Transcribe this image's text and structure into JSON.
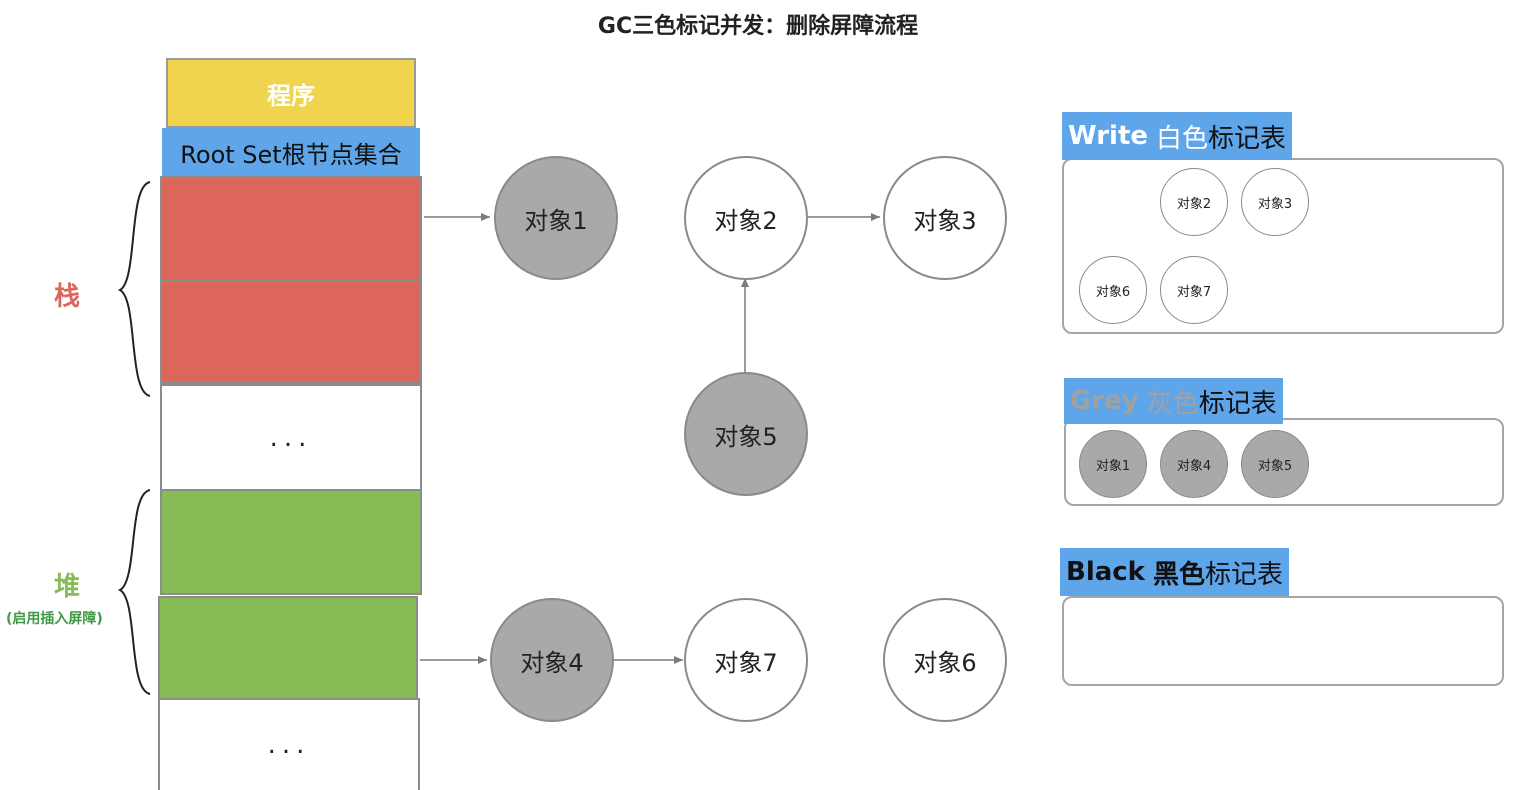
{
  "title": "GC三色标记并发：删除屏障流程",
  "program_label": "程序",
  "rootset_label": "Root Set根节点集合",
  "ellipsis": "...",
  "stack_label": "栈",
  "heap_label": "堆",
  "heap_sublabel": "(启用插入屏障)",
  "nodes": {
    "obj1": "对象1",
    "obj2": "对象2",
    "obj3": "对象3",
    "obj4": "对象4",
    "obj5": "对象5",
    "obj6": "对象6",
    "obj7": "对象7"
  },
  "white_table": {
    "title_en": "Write",
    "title_color": "白色",
    "title_suffix": "标记表",
    "items": [
      "对象2",
      "对象3",
      "对象6",
      "对象7"
    ]
  },
  "grey_table": {
    "title_en": "Grey",
    "title_color": "灰色",
    "title_suffix": "标记表",
    "items": [
      "对象1",
      "对象4",
      "对象5"
    ]
  },
  "black_table": {
    "title_en": "Black",
    "title_color": "黑色",
    "title_suffix": "标记表",
    "items": []
  },
  "colors": {
    "stack_red": "#dc655c",
    "heap_green": "#86bc56",
    "program_yellow": "#f0d44d",
    "rootset_blue": "#5fa5ea",
    "grey_node": "#a9a9a9",
    "grey_title_text": "#a1a1a1"
  }
}
